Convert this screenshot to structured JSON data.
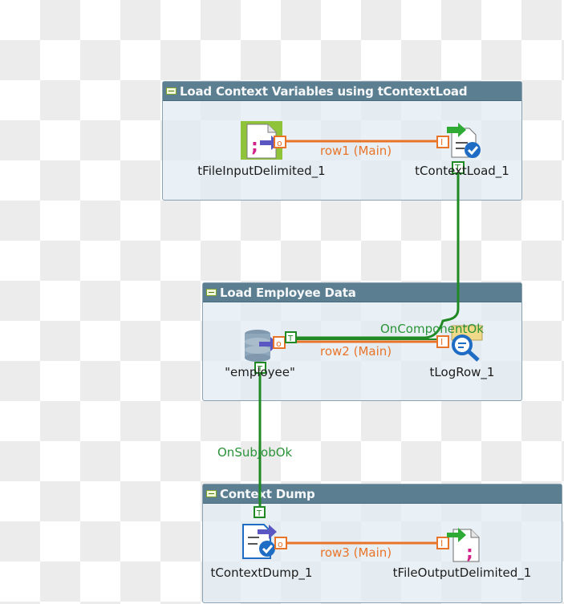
{
  "subjobs": {
    "context_load": {
      "title": "Load Context Variables using tContextLoad",
      "components": {
        "input": "tFileInputDelimited_1",
        "load": "tContextLoad_1"
      },
      "link": "row1 (Main)"
    },
    "employee": {
      "title": "Load Employee Data",
      "components": {
        "source": "\"employee\"",
        "log": "tLogRow_1"
      },
      "link": "row2 (Main)"
    },
    "context_dump": {
      "title": "Context Dump",
      "components": {
        "dump": "tContextDump_1",
        "output": "tFileOutputDelimited_1"
      },
      "link": "row3 (Main)"
    }
  },
  "triggers": {
    "on_component_ok": "OnComponentOk",
    "on_subjob_ok": "OnSubjobOk"
  },
  "colors": {
    "main_link": "#e8742a",
    "trigger_link": "#1f8a23",
    "subjob_header": "#5b7f91"
  }
}
